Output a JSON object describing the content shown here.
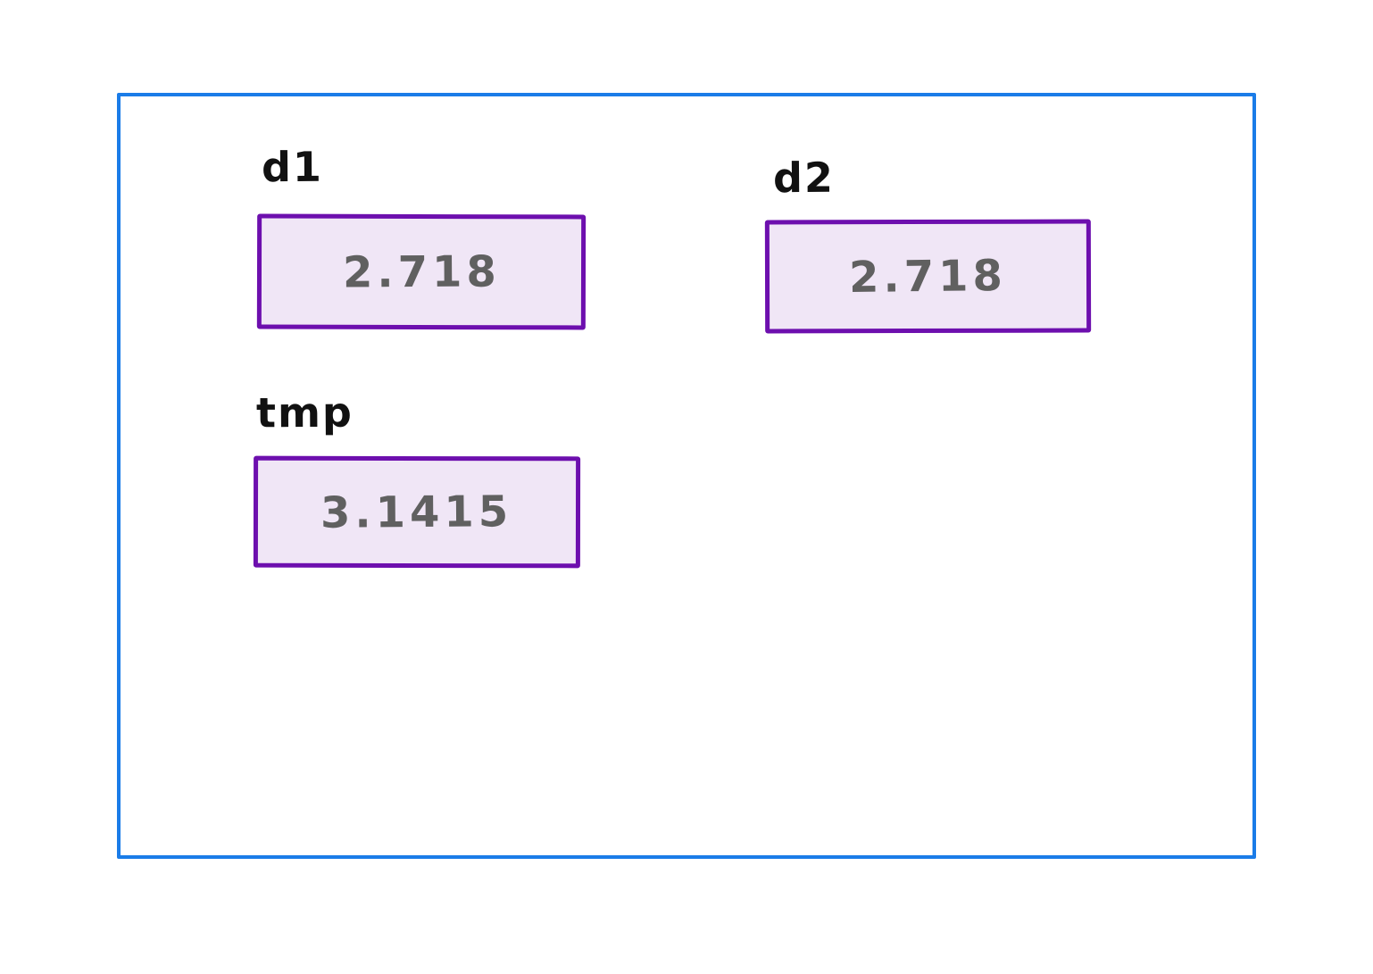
{
  "diagram": {
    "description": "Hand-drawn style memory diagram of three variables",
    "variables": [
      {
        "name": "d1",
        "value": "2.718"
      },
      {
        "name": "d2",
        "value": "2.718"
      },
      {
        "name": "tmp",
        "value": "3.1415"
      }
    ],
    "colors": {
      "frame": "#1a7ce8",
      "box_border": "#6d0fae",
      "box_fill": "#f0e6f6",
      "value_text": "#606060",
      "label_text": "#111111"
    }
  }
}
